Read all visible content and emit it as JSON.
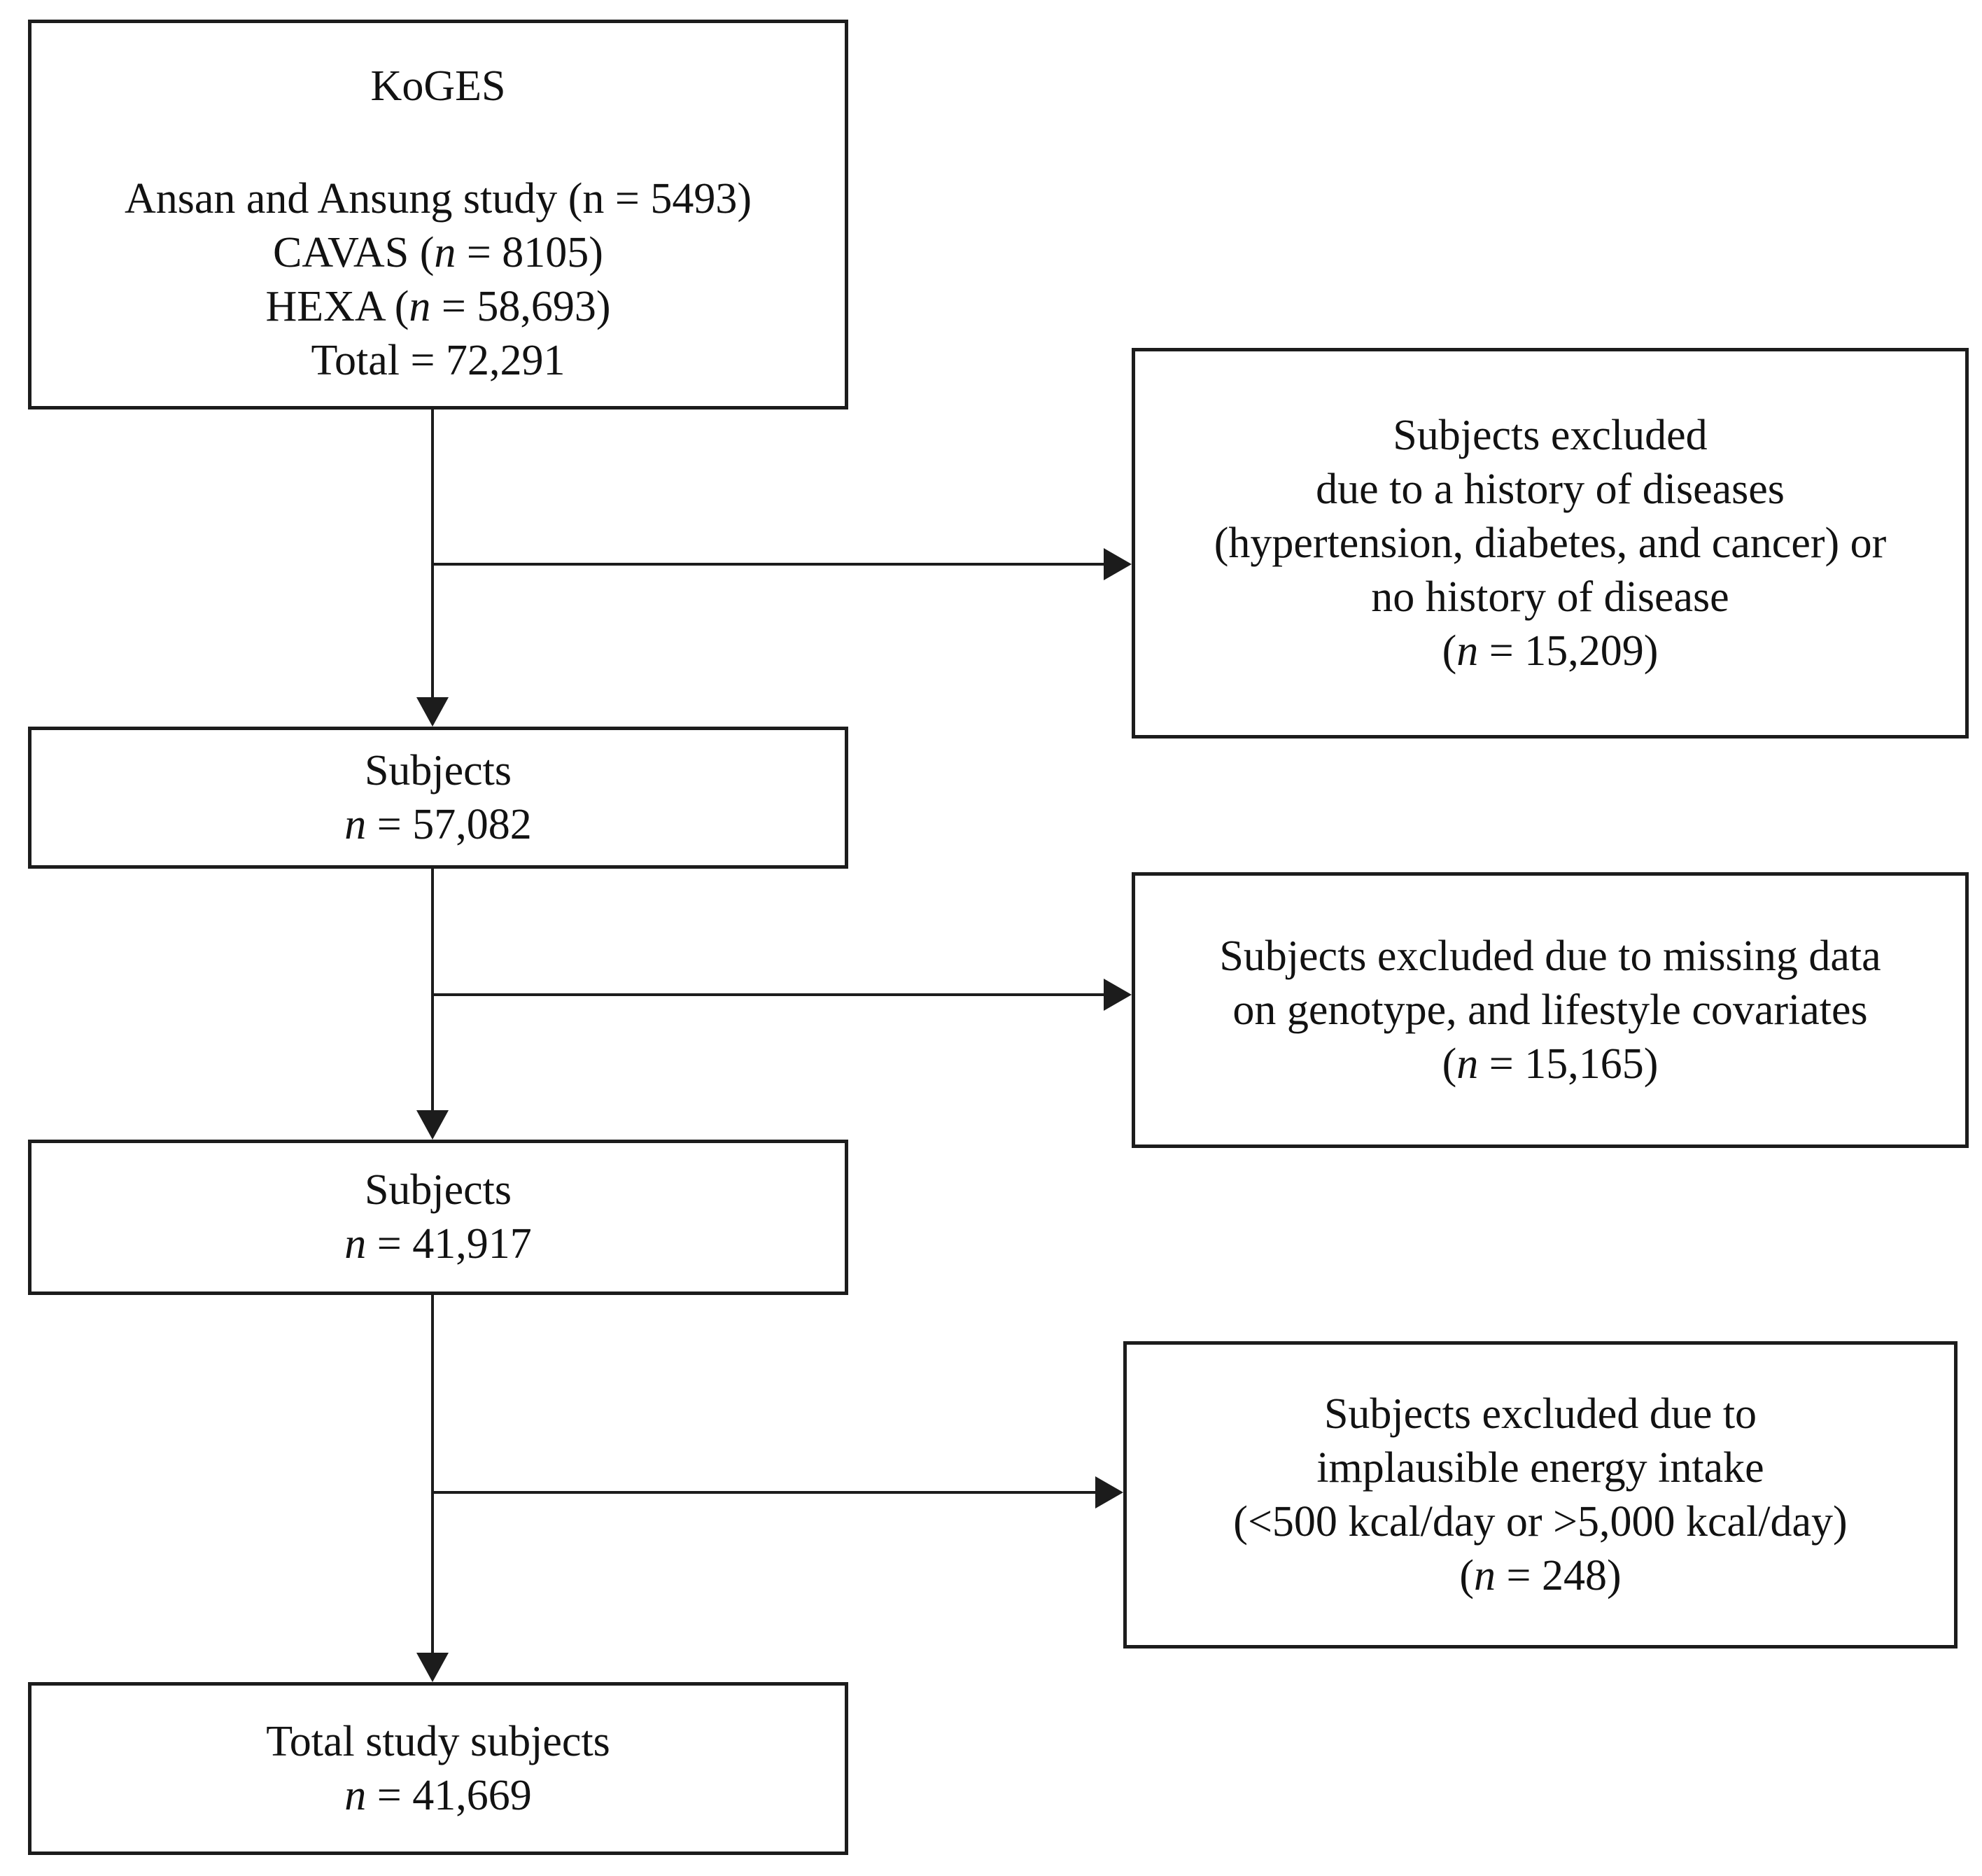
{
  "colors": {
    "background": "#ffffff",
    "ink": "#1c1c1c"
  },
  "nodes": {
    "koges": {
      "title": [
        "KoGES"
      ],
      "ansan": [
        "Ansan and Ansung study (n = 5493)"
      ],
      "cavas": [
        "CAVAS (",
        {
          "i": "n"
        },
        " = 8105)"
      ],
      "hexa": [
        "HEXA (",
        {
          "i": "n"
        },
        " = 58,693)"
      ],
      "total": [
        "Total = 72,291"
      ]
    },
    "excluded_history": {
      "l1": [
        "Subjects excluded"
      ],
      "l2": [
        "due to a history of diseases"
      ],
      "l3": [
        "(hypertension, diabetes, and cancer) or"
      ],
      "l4": [
        "no history of disease"
      ],
      "l5": [
        "(",
        {
          "i": "n"
        },
        " = 15,209)"
      ]
    },
    "subjects_57082": {
      "l1": [
        "Subjects"
      ],
      "l2": [
        {
          "i": "n"
        },
        " = 57,082"
      ]
    },
    "excluded_missing": {
      "l1": [
        "Subjects excluded due to missing data"
      ],
      "l2": [
        "on genotype, and lifestyle covariates"
      ],
      "l3": [
        "(",
        {
          "i": "n"
        },
        " = 15,165)"
      ]
    },
    "subjects_41917": {
      "l1": [
        "Subjects"
      ],
      "l2": [
        {
          "i": "n"
        },
        " = 41,917"
      ]
    },
    "excluded_energy": {
      "l1": [
        "Subjects excluded due to"
      ],
      "l2": [
        "implausible energy intake"
      ],
      "l3": [
        "(<500 kcal/day or >5,000 kcal/day)"
      ],
      "l4": [
        "(",
        {
          "i": "n"
        },
        " = 248)"
      ]
    },
    "total_study": {
      "l1": [
        "Total study subjects"
      ],
      "l2": [
        {
          "i": "n"
        },
        " = 41,669"
      ]
    }
  }
}
